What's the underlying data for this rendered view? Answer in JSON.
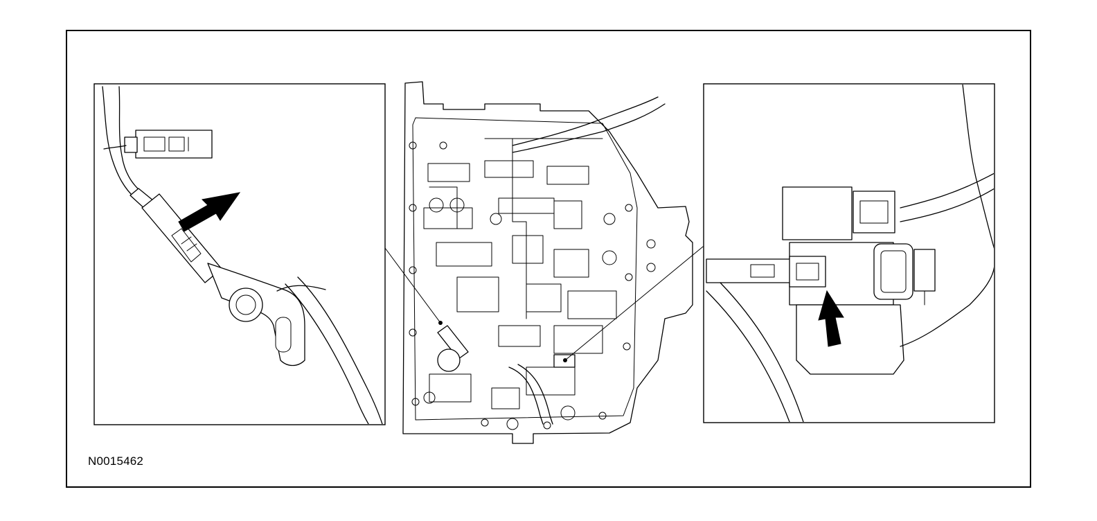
{
  "figure": {
    "label": "N0015462"
  },
  "panels": [
    {
      "id": "left-detail",
      "content": "sensor-connector-detail-icon"
    },
    {
      "id": "center-overview",
      "content": "valve-body-icon"
    },
    {
      "id": "right-detail",
      "content": "solenoid-connector-detail-icon"
    }
  ],
  "colors": {
    "ink": "#000000",
    "paper": "#ffffff"
  }
}
